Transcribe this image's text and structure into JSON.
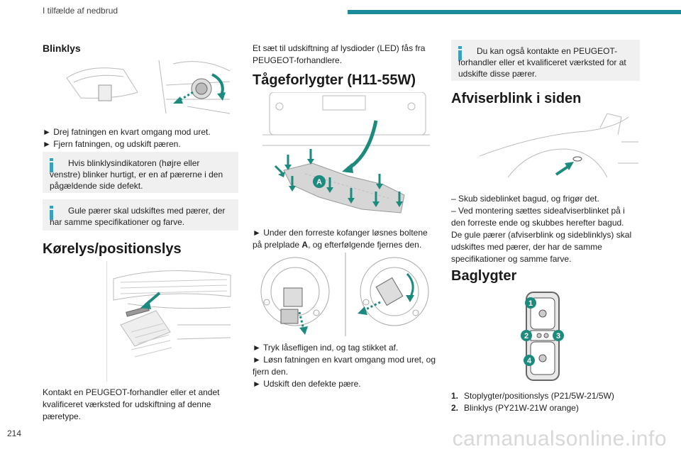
{
  "header": {
    "section": "I tilfælde af nedbrud"
  },
  "page_number": "214",
  "watermark": "carmanualsonline.info",
  "col1": {
    "blinklys": {
      "title": "Blinklys",
      "step1": "► Drej fatningen en kvart omgang mod uret.",
      "step2": "► Fjern fatningen, og udskift pæren.",
      "note1": "Hvis blinklysindikatoren (højre eller venstre) blinker hurtigt, er en af pærerne i den pågældende side defekt.",
      "note2": "Gule pærer skal udskiftes med pærer, der har samme specifikationer og farve."
    },
    "koerelys": {
      "title": "Kørelys/positionslys",
      "text": "Kontakt en PEUGEOT-forhandler eller et andet kvalificeret værksted for udskiftning af denne pæretype."
    }
  },
  "col2": {
    "intro": "Et sæt til udskiftning af lysdioder (LED) fås fra PEUGEOT-forhandlere.",
    "taage": {
      "title": "Tågeforlygter (H11-55W)",
      "label_a": "A",
      "step1_pre": "► Under den forreste kofanger løsnes boltene på prelplade ",
      "step1_bold": "A",
      "step1_post": ", og efterfølgende fjernes den.",
      "step2": "► Tryk låsefligen ind, og tag stikket af.",
      "step3": "► Løsn fatningen en kvart omgang mod uret, og fjern den.",
      "step4": "► Udskift den defekte pære."
    }
  },
  "col3": {
    "note": "Du kan også kontakte en PEUGEOT-forhandler eller et kvalificeret værksted for at udskifte disse pærer.",
    "afviser": {
      "title": "Afviserblink i siden",
      "step1": "– Skub sideblinket bagud, og frigør det.",
      "step2": "– Ved montering sættes sideafviserblinket på i den forreste ende og skubbes herefter bagud.",
      "text": "De gule pærer (afviserblink og sideblinklys) skal udskiftes med pærer, der har de samme specifikationer og samme farve."
    },
    "baglygter": {
      "title": "Baglygter",
      "badges": [
        "1",
        "2",
        "3",
        "4"
      ],
      "items": [
        {
          "num": "1.",
          "text": "Stoplygter/positionslys (P21/5W-21/5W)"
        },
        {
          "num": "2.",
          "text": "Blinklys (PY21W-21W orange)"
        }
      ]
    }
  },
  "colors": {
    "accent": "#1b8a9a",
    "note_bg": "#f0f0f0",
    "arrow_green": "#1d8a7e"
  }
}
